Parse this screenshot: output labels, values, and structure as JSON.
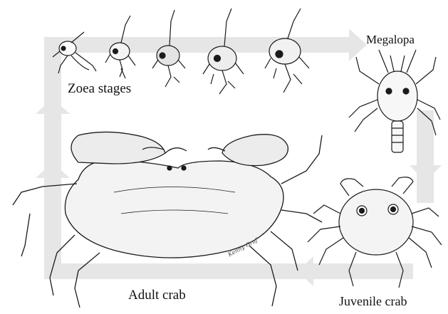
{
  "labels": {
    "zoea": "Zoea stages",
    "megalopa": "Megalopa",
    "adult": "Adult crab",
    "juvenile": "Juvenile crab"
  },
  "signature": "Kenny Graf",
  "colors": {
    "background": "#ffffff",
    "cycle_arrow": "#e6e6e6",
    "ink": "#1a1a1a"
  }
}
